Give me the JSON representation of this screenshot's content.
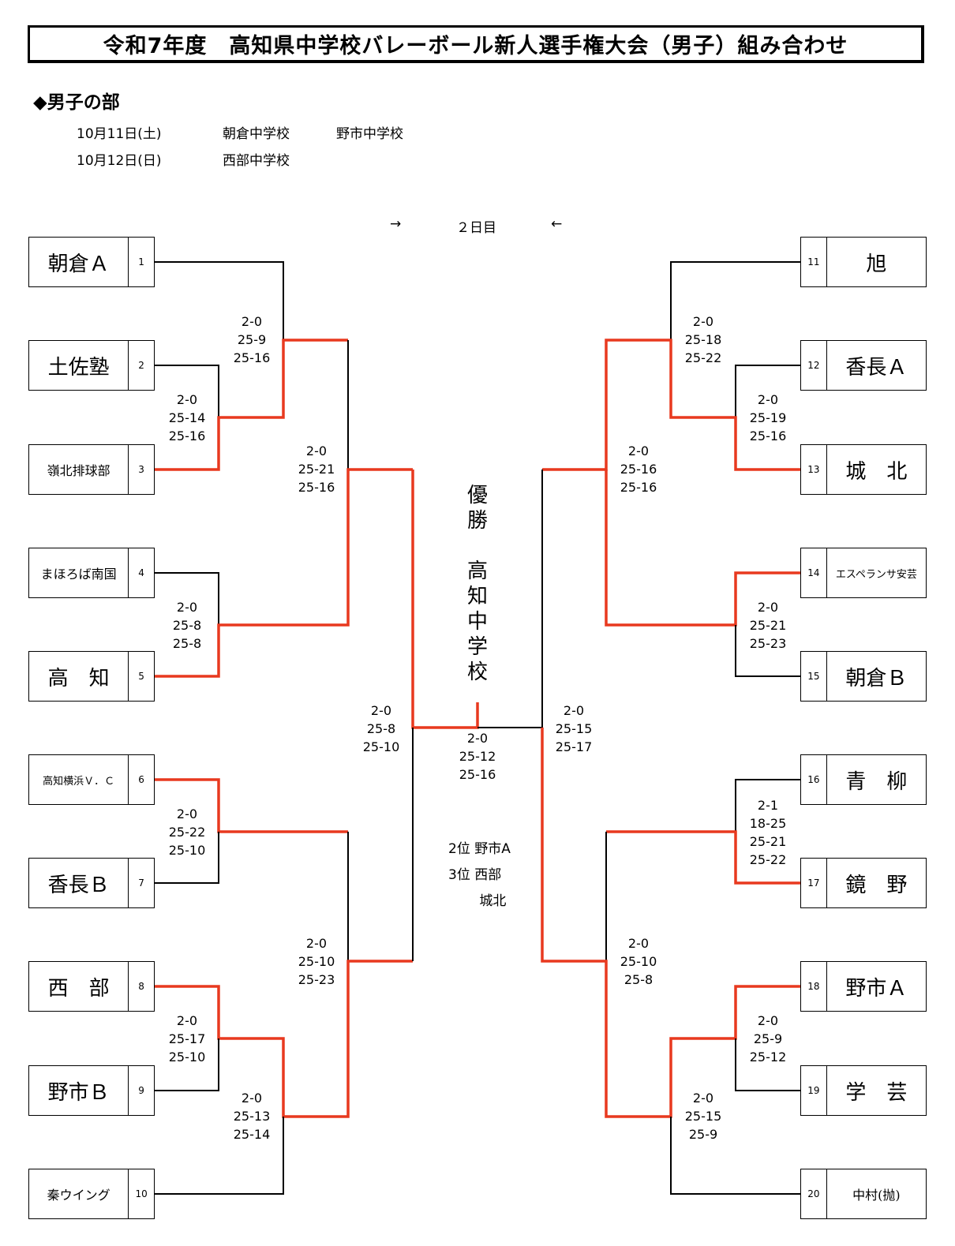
{
  "title": "令和7年度　高知県中学校バレーボール新人選手権大会（男子）組み合わせ",
  "section": "◆男子の部",
  "schedule": [
    {
      "date": "10月11日(土)",
      "venues": [
        "朝倉中学校",
        "野市中学校"
      ]
    },
    {
      "date": "10月12日(日)",
      "venues": [
        "西部中学校"
      ]
    }
  ],
  "day2_label": {
    "arrow_right": "→",
    "text": "２日目",
    "arrow_left": "←"
  },
  "colors": {
    "winner_path": "#e8391f",
    "line": "#000000"
  },
  "teams": [
    {
      "seed": "1",
      "name": "朝倉Ａ"
    },
    {
      "seed": "2",
      "name": "土佐塾"
    },
    {
      "seed": "3",
      "name": "嶺北排球部"
    },
    {
      "seed": "4",
      "name": "まほろば南国"
    },
    {
      "seed": "5",
      "name": "高　知"
    },
    {
      "seed": "6",
      "name": "高知横浜Ｖ．Ｃ"
    },
    {
      "seed": "7",
      "name": "香長Ｂ"
    },
    {
      "seed": "8",
      "name": "西　部"
    },
    {
      "seed": "9",
      "name": "野市Ｂ"
    },
    {
      "seed": "10",
      "name": "秦ウイング"
    },
    {
      "seed": "11",
      "name": "旭"
    },
    {
      "seed": "12",
      "name": "香長Ａ"
    },
    {
      "seed": "13",
      "name": "城　北"
    },
    {
      "seed": "14",
      "name": "エスペランサ安芸"
    },
    {
      "seed": "15",
      "name": "朝倉Ｂ"
    },
    {
      "seed": "16",
      "name": "青　柳"
    },
    {
      "seed": "17",
      "name": "鏡　野"
    },
    {
      "seed": "18",
      "name": "野市Ａ"
    },
    {
      "seed": "19",
      "name": "学　芸"
    },
    {
      "seed": "20",
      "name": "中村(抛)"
    }
  ],
  "matches": [
    {
      "id": "m2v3",
      "result": "2-0",
      "sets": [
        "25-14",
        "25-16"
      ]
    },
    {
      "id": "m1vW",
      "result": "2-0",
      "sets": [
        "25-9",
        "25-16"
      ]
    },
    {
      "id": "m4v5",
      "result": "2-0",
      "sets": [
        "25-8",
        "25-8"
      ]
    },
    {
      "id": "mL_QF1",
      "result": "2-0",
      "sets": [
        "25-21",
        "25-16"
      ]
    },
    {
      "id": "m6v7",
      "result": "2-0",
      "sets": [
        "25-22",
        "25-10"
      ]
    },
    {
      "id": "m8v9",
      "result": "2-0",
      "sets": [
        "25-17",
        "25-10"
      ]
    },
    {
      "id": "mWv10",
      "result": "2-0",
      "sets": [
        "25-13",
        "25-14"
      ]
    },
    {
      "id": "mL_QF2",
      "result": "2-0",
      "sets": [
        "25-10",
        "25-23"
      ]
    },
    {
      "id": "mL_SF",
      "result": "2-0",
      "sets": [
        "25-8",
        "25-10"
      ]
    },
    {
      "id": "final",
      "result": "2-0",
      "sets": [
        "25-12",
        "25-16"
      ]
    },
    {
      "id": "m12v13",
      "result": "2-0",
      "sets": [
        "25-19",
        "25-16"
      ]
    },
    {
      "id": "m11vW",
      "result": "2-0",
      "sets": [
        "25-18",
        "25-22"
      ]
    },
    {
      "id": "m14v15",
      "result": "2-0",
      "sets": [
        "25-21",
        "25-23"
      ]
    },
    {
      "id": "mR_QF1",
      "result": "2-0",
      "sets": [
        "25-16",
        "25-16"
      ]
    },
    {
      "id": "m16v17",
      "result": "2-1",
      "sets": [
        "18-25",
        "25-21",
        "25-22"
      ]
    },
    {
      "id": "m18v19",
      "result": "2-0",
      "sets": [
        "25-9",
        "25-12"
      ]
    },
    {
      "id": "mWv20",
      "result": "2-0",
      "sets": [
        "25-15",
        "25-9"
      ]
    },
    {
      "id": "mR_QF2",
      "result": "2-0",
      "sets": [
        "25-10",
        "25-8"
      ]
    },
    {
      "id": "mR_SF",
      "result": "2-0",
      "sets": [
        "25-15",
        "25-17"
      ]
    }
  ],
  "champion": {
    "label": "優勝",
    "team": "高知中学校"
  },
  "rankings": [
    {
      "place": "2位",
      "team": "野市A"
    },
    {
      "place": "3位",
      "team": "西部"
    },
    {
      "place": "",
      "team": "城北"
    }
  ]
}
